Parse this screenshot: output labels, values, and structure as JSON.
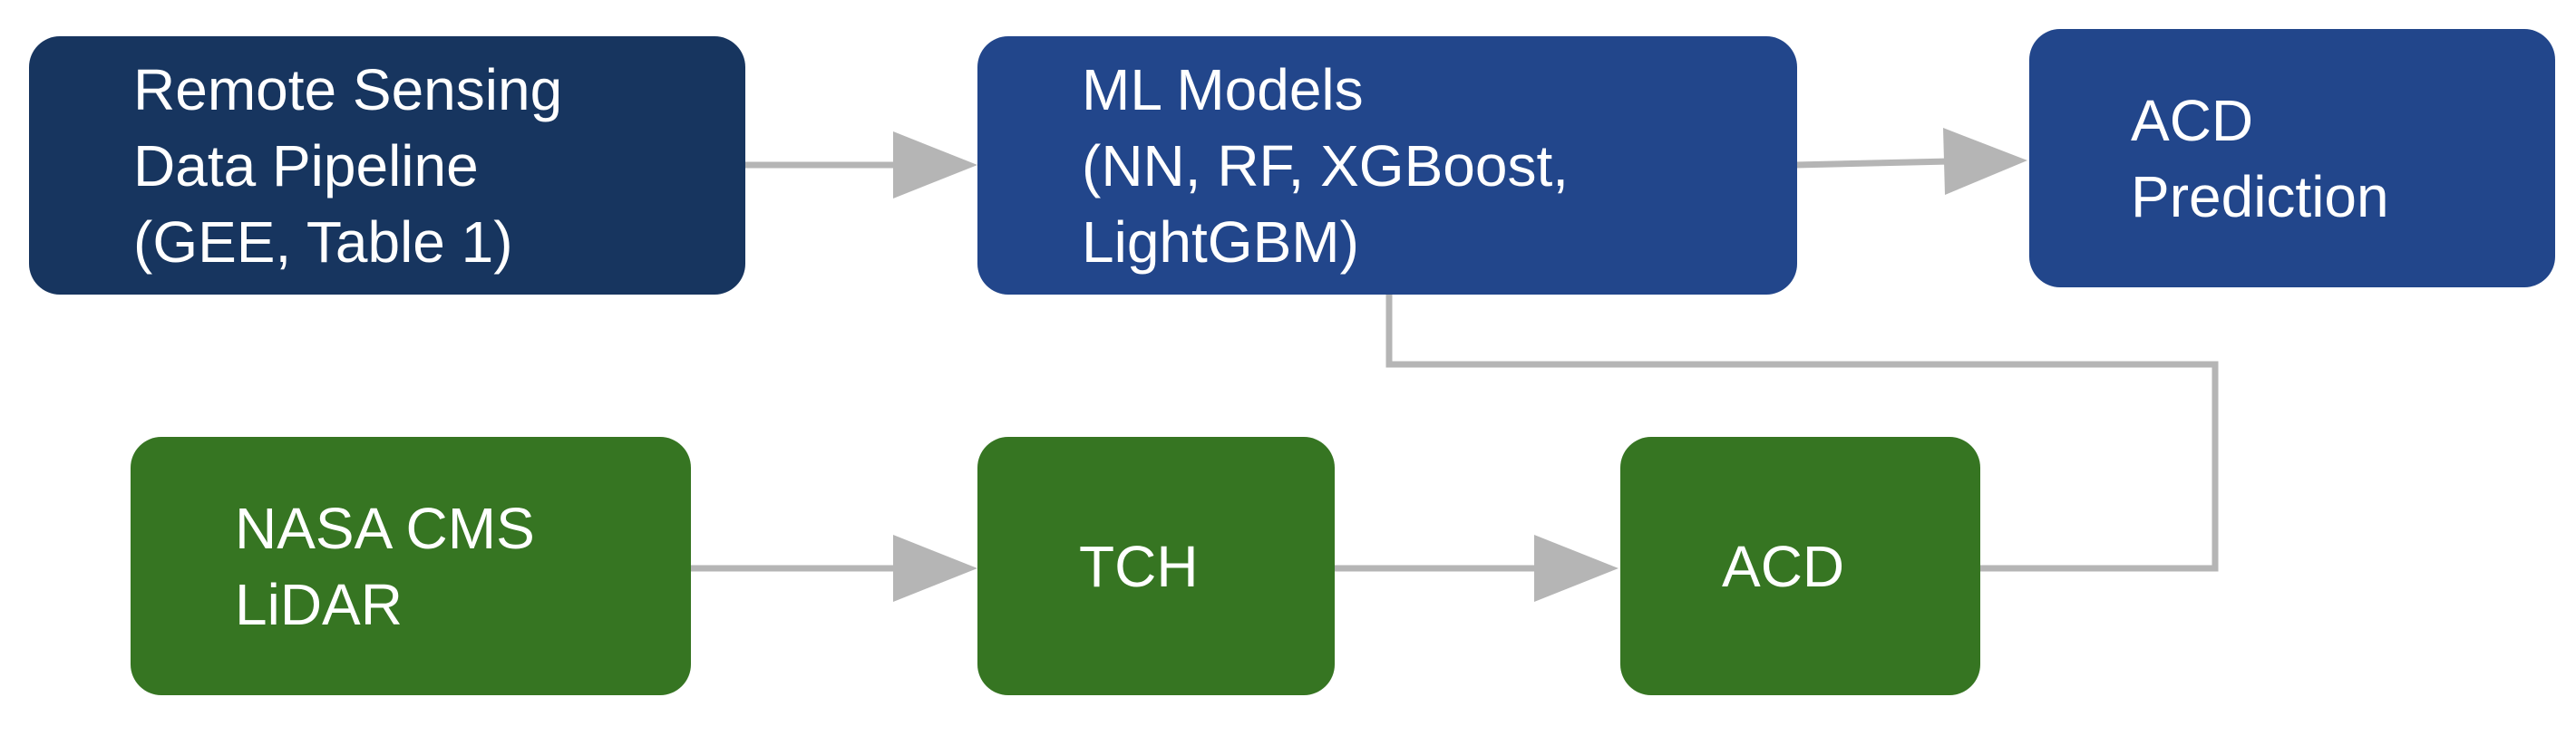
{
  "colors": {
    "data_pipeline": "#17355f",
    "model_nodes": "#22468b",
    "lidar_nodes": "#367522",
    "connector": "#b5b5b5",
    "background": "#ffffff",
    "text": "#ffffff"
  },
  "nodes": {
    "remote_sensing": {
      "lines": [
        "Remote Sensing",
        "Data Pipeline",
        "(GEE, Table 1)"
      ]
    },
    "ml_models": {
      "lines": [
        "ML Models",
        "(NN, RF, XGBoost,",
        "LightGBM)"
      ]
    },
    "acd_prediction": {
      "lines": [
        "ACD",
        "Prediction"
      ]
    },
    "nasa_lidar": {
      "lines": [
        "NASA CMS",
        "LiDAR"
      ]
    },
    "tch": {
      "lines": [
        "TCH"
      ]
    },
    "acd": {
      "lines": [
        "ACD"
      ]
    }
  },
  "edges": [
    {
      "from": "Remote Sensing Data Pipeline",
      "to": "ML Models"
    },
    {
      "from": "ML Models",
      "to": "ACD Prediction"
    },
    {
      "from": "NASA CMS LiDAR",
      "to": "TCH"
    },
    {
      "from": "TCH",
      "to": "ACD"
    },
    {
      "from": "ACD",
      "to": "ML Models"
    }
  ]
}
